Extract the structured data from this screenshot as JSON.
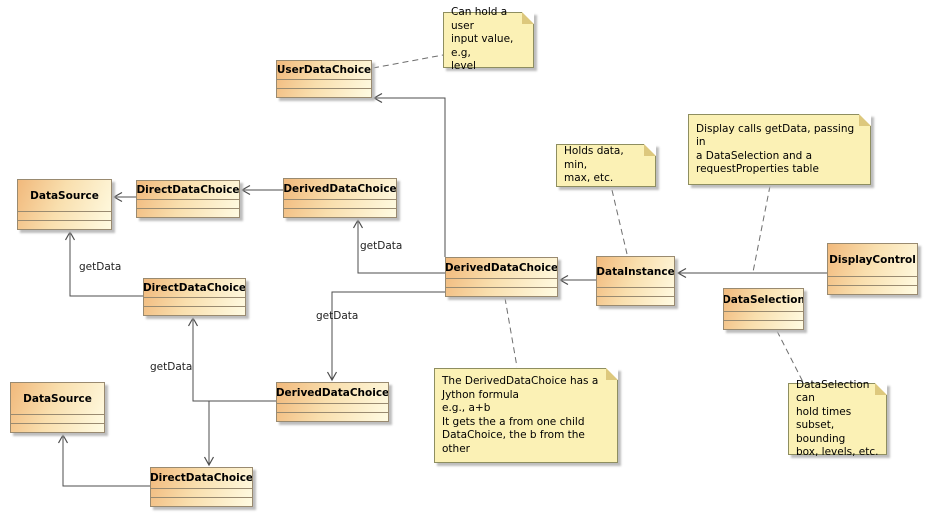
{
  "diagram_type": "uml-class-diagram",
  "colors": {
    "background": "#ffffff",
    "class_fill_gradient_start": "#f1b97c",
    "class_fill_gradient_end": "#fffbe2",
    "class_border": "#998a70",
    "note_fill": "#fbf1b5",
    "note_border": "#8e8e60",
    "edge_line": "#4d4d4d",
    "note_anchor_line": "#6e6e6e",
    "shadow": "#bdbdbd",
    "text": "#000000"
  },
  "classes": [
    {
      "name": "UserDataChoice"
    },
    {
      "name": "DataSource"
    },
    {
      "name": "DirectDataChoice"
    },
    {
      "name": "DerivedDataChoice"
    },
    {
      "name": "DerivedDataChoice"
    },
    {
      "name": "DataInstance"
    },
    {
      "name": "DisplayControl"
    },
    {
      "name": "DataSelection"
    },
    {
      "name": "DirectDataChoice"
    },
    {
      "name": "DataSource"
    },
    {
      "name": "DerivedDataChoice"
    },
    {
      "name": "DirectDataChoice"
    }
  ],
  "notes": [
    {
      "text": "Can hold a user\ninput value, e.g,\nlevel"
    },
    {
      "text": "Holds data, min,\nmax, etc."
    },
    {
      "text": "Display calls getData, passing in\na DataSelection and a\nrequestProperties table"
    },
    {
      "text": "The DerivedDataChoice has a\nJython formula\ne.g., a+b\nIt gets the a from one child\nDataChoice, the b from the other"
    },
    {
      "text": "DataSelection can\nhold times\nsubset, bounding\nbox, levels, etc."
    }
  ],
  "edge_labels": [
    {
      "text": "getData"
    },
    {
      "text": "getData"
    },
    {
      "text": "getData"
    },
    {
      "text": "getData"
    }
  ]
}
